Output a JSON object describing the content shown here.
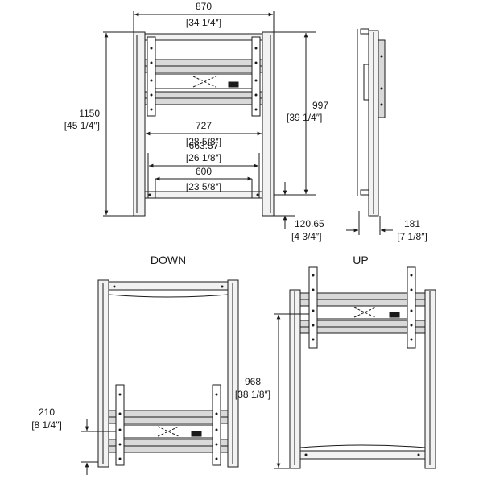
{
  "front_view": {
    "width_mm": "870",
    "width_in": "[34 1/4″]",
    "height_mm": "1150",
    "height_in": "[45 1/4″]",
    "rail_height_mm": "997",
    "rail_height_in": "[39 1/4″]",
    "vesa_outer_mm": "727",
    "vesa_outer_in": "[28 5/8″]",
    "vesa_mid_mm": "663.57",
    "vesa_mid_in": "[26 1/8″]",
    "vesa_inner_mm": "600",
    "vesa_inner_in": "[23 5/8″]",
    "floor_offset_mm": "120.65",
    "floor_offset_in": "[4 3/4″]"
  },
  "side_view": {
    "depth_mm": "181",
    "depth_in": "[7 1/8″]"
  },
  "down_view": {
    "title": "DOWN",
    "offset_mm": "210",
    "offset_in": "[8 1/4″]"
  },
  "up_view": {
    "title": "UP",
    "height_mm": "968",
    "height_in": "[38 1/8″]"
  },
  "colors": {
    "line": "#1a1a1a",
    "fill_light": "#f2f2f2",
    "fill_mid": "#d9d9d9"
  }
}
